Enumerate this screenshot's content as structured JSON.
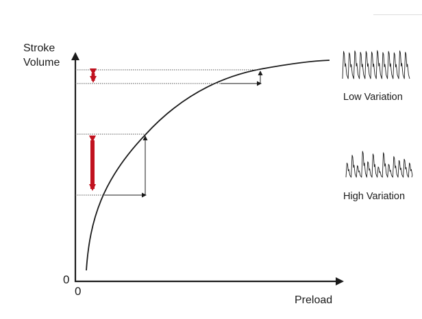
{
  "diagram": {
    "y_axis_title_line1": "Stroke",
    "y_axis_title_line2": "Volume",
    "x_axis_title": "Preload",
    "origin_y_label": "0",
    "origin_x_label": "0",
    "waveforms": {
      "low": {
        "caption": "Low Variation"
      },
      "high": {
        "caption": "High Variation"
      }
    },
    "colors": {
      "curve": "#1a1a1a",
      "axis": "#1a1a1a",
      "variation_arrow": "#c1121f",
      "guide_line": "#555555"
    }
  }
}
